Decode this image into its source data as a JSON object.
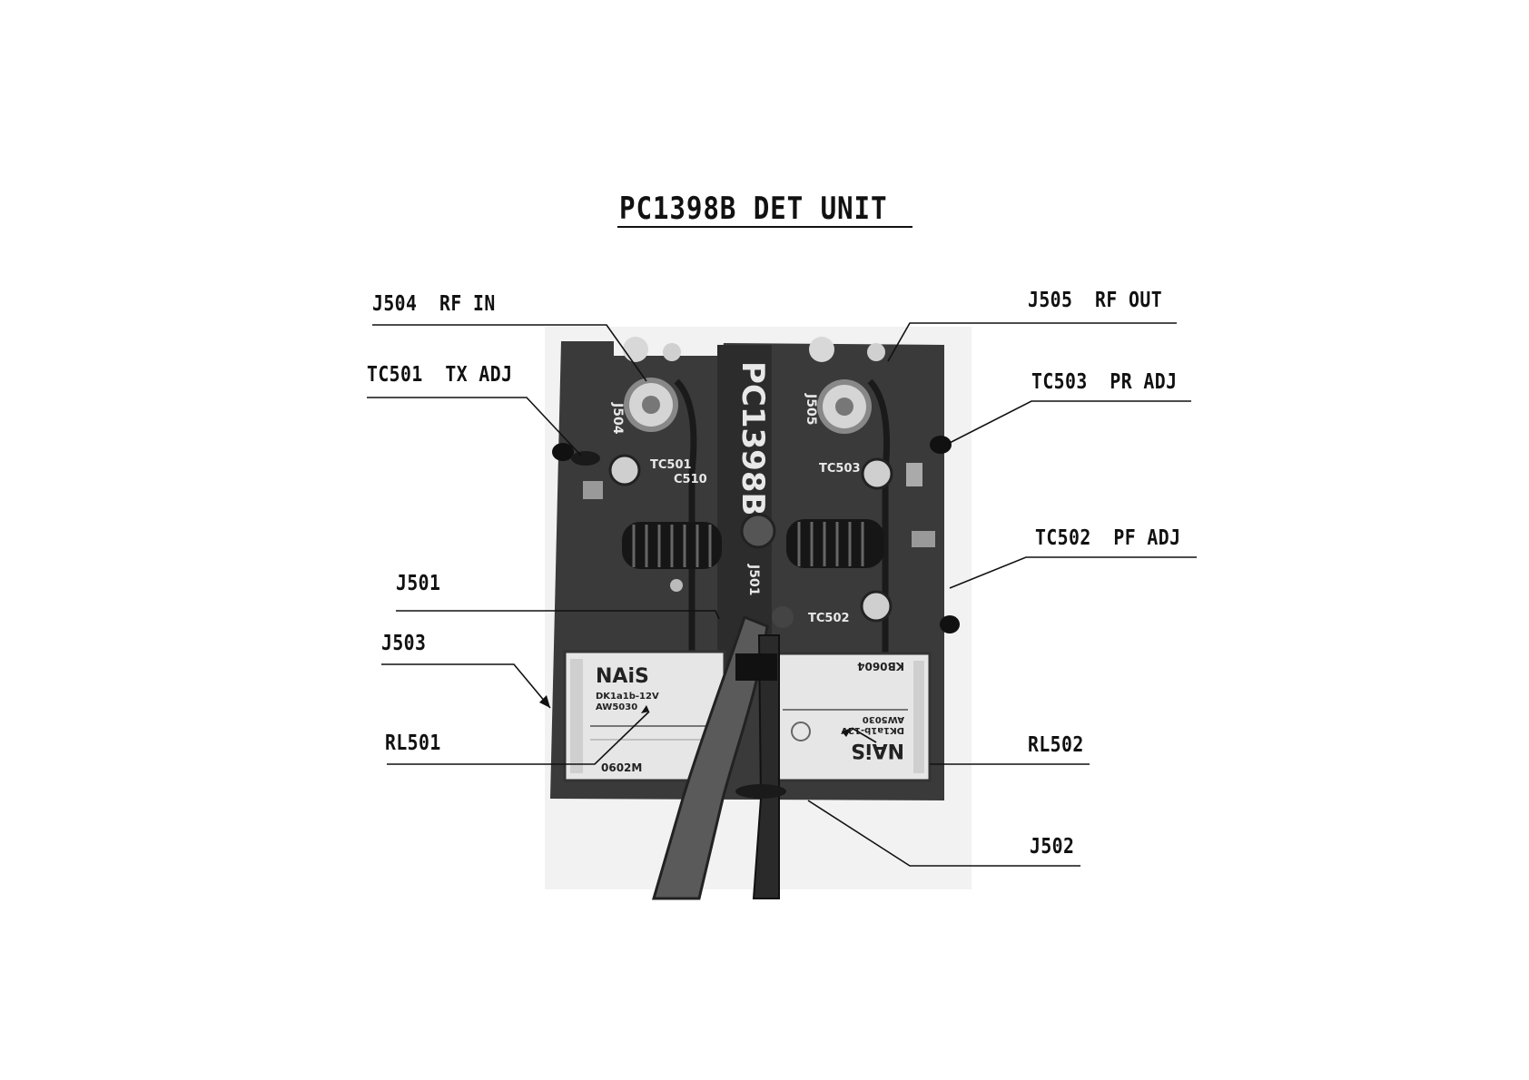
{
  "title": "PC1398B DET UNIT",
  "callouts": {
    "j504": "J504  RF IN",
    "tc501": "TC501  TX ADJ",
    "j501": "J501",
    "j503": "J503",
    "rl501": "RL501",
    "j505": "J505  RF OUT",
    "tc503": "TC503  PR ADJ",
    "tc502": "TC502  PF ADJ",
    "rl502": "RL502",
    "j502": "J502"
  },
  "board": {
    "silkscreen": {
      "part_number": "PC1398B",
      "j504": "J504",
      "j505": "J505",
      "j501": "J501",
      "tc501": "TC501",
      "c510": "C510",
      "tc503": "TC503",
      "tc502": "TC502"
    },
    "relay_left": {
      "brand": "NAiS",
      "model": "DK1a1b-12V",
      "code": "AW5030",
      "lot": "0602M"
    },
    "relay_right": {
      "brand": "NAiS",
      "model": "DK1a1b-12V",
      "code": "AW5030",
      "lot": "KB0604"
    }
  },
  "colors": {
    "ink": "#111111",
    "board": "#3a3a3a",
    "relay": "#e6e6e6",
    "cable": "#5a5a5a"
  }
}
